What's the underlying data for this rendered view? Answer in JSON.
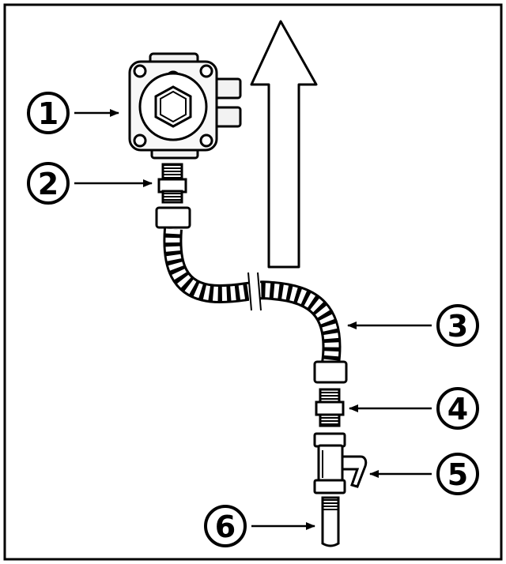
{
  "diagram": {
    "colors": {
      "ink": "#000000",
      "paper": "#ffffff",
      "part_fill": "#f2f2f2"
    },
    "flow_arrow": {
      "direction": "up",
      "icon": "large-outline-up-arrow"
    },
    "callouts": [
      {
        "number": "1",
        "part": "regulator"
      },
      {
        "number": "2",
        "part": "nipple-fitting"
      },
      {
        "number": "3",
        "part": "coiled-hose"
      },
      {
        "number": "4",
        "part": "nipple-fitting"
      },
      {
        "number": "5",
        "part": "shutoff-valve"
      },
      {
        "number": "6",
        "part": "supply-pipe"
      }
    ]
  }
}
